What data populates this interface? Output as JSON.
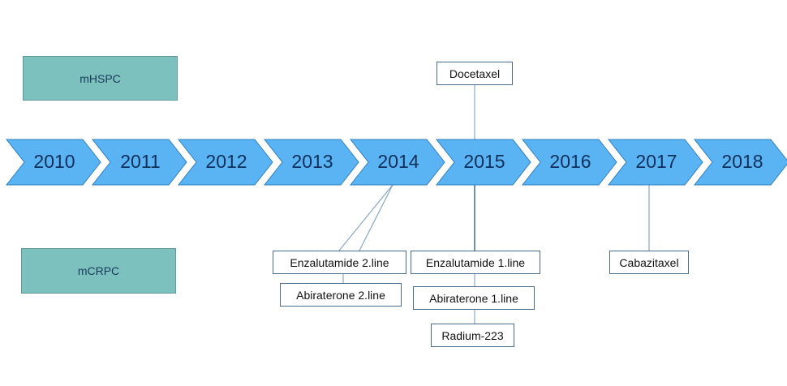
{
  "categories": {
    "mhspc": "mHSPC",
    "mcrpc": "mCRPC"
  },
  "years": [
    "2010",
    "2011",
    "2012",
    "2013",
    "2014",
    "2015",
    "2016",
    "2017",
    "2018"
  ],
  "drugs": {
    "docetaxel": "Docetaxel",
    "enzalutamide_2line": "Enzalutamide 2.line",
    "abiraterone_2line": "Abiraterone 2.line",
    "enzalutamide_1line": "Enzalutamide 1.line",
    "abiraterone_1line": "Abiraterone 1.line",
    "radium_223": "Radium-223",
    "cabazitaxel": "Cabazitaxel"
  },
  "colors": {
    "chevron_fill": "#5ab4f4",
    "category_fill": "#7cc1be"
  }
}
